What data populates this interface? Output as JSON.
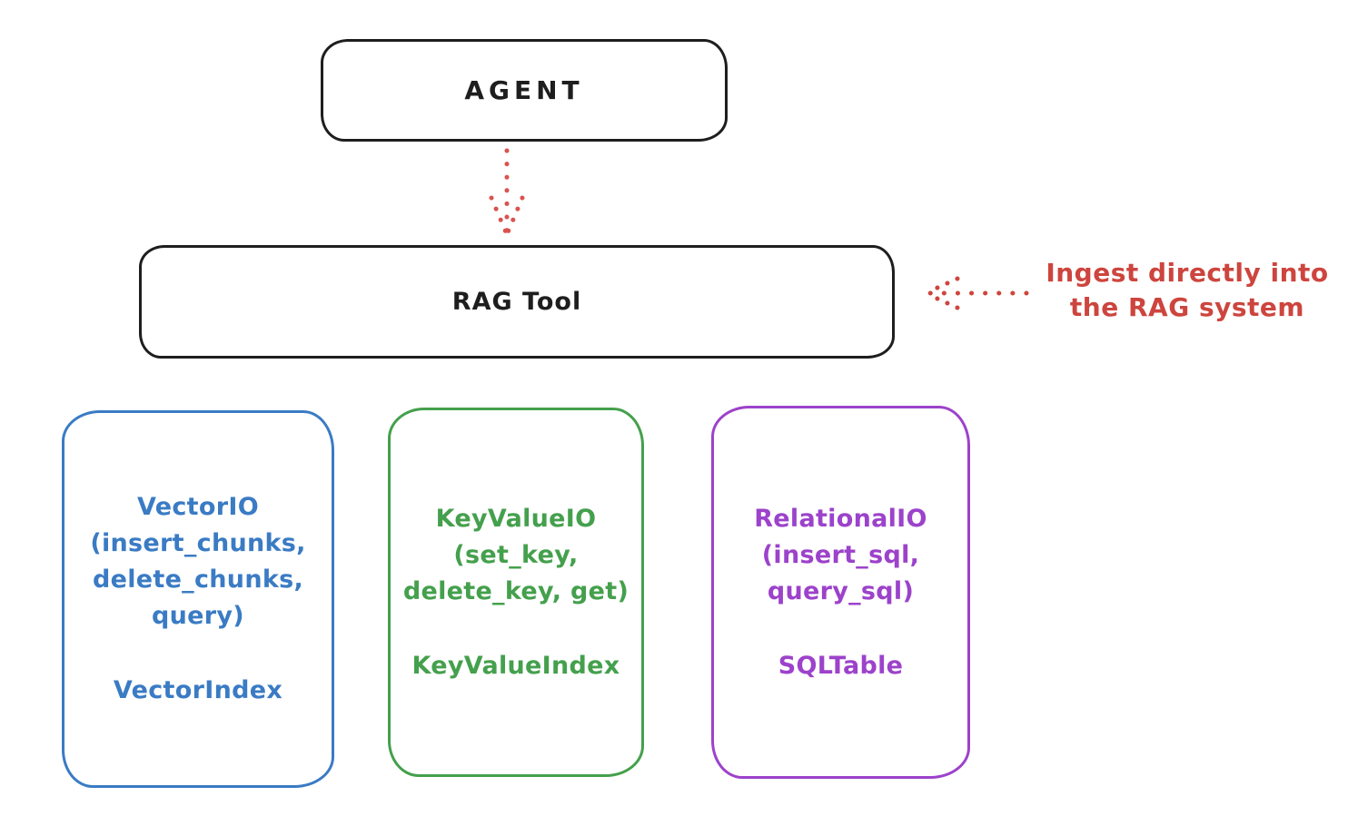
{
  "diagram": {
    "agent_box": {
      "label": "AGENT"
    },
    "rag_tool_box": {
      "label": "RAG Tool"
    },
    "annotation": {
      "line1": "Ingest directly into",
      "line2": "the RAG system"
    },
    "vector_card": {
      "lines": [
        "VectorIO",
        "(insert_chunks,",
        "delete_chunks,",
        "query)"
      ],
      "index_label": "VectorIndex",
      "color": "#3a7bc4"
    },
    "keyvalue_card": {
      "lines": [
        "KeyValueIO",
        "(set_key,",
        "delete_key, get)"
      ],
      "index_label": "KeyValueIndex",
      "color": "#44a04c"
    },
    "relational_card": {
      "lines": [
        "RelationalIO",
        "(insert_sql,",
        "query_sql)"
      ],
      "index_label": "SQLTable",
      "color": "#9c42cb"
    },
    "colors": {
      "stroke_black": "#1e1e1e",
      "annotation_red": "#cd453e"
    }
  }
}
